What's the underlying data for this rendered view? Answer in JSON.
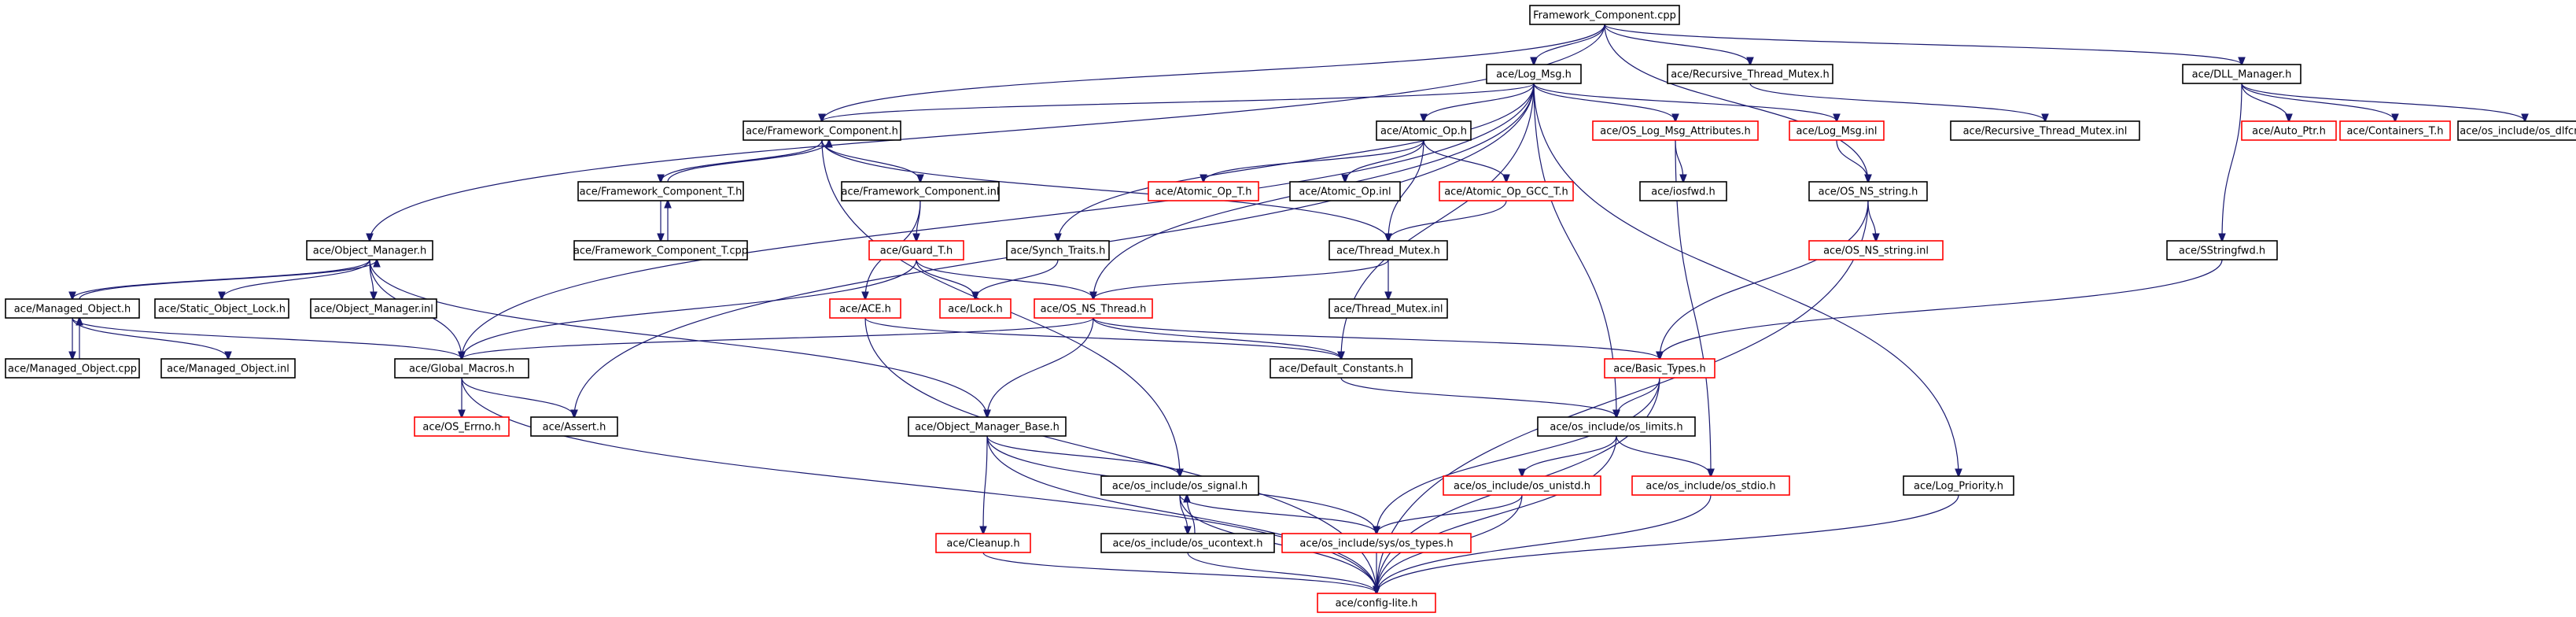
{
  "colors": {
    "root_fill": "#bfbfbf",
    "normal_border": "#000000",
    "missing_border": "#ff0000",
    "edge": "#191970"
  },
  "nodes": [
    {
      "id": "root",
      "label": "Framework_Component.cpp",
      "style": "root"
    },
    {
      "id": "logmsg",
      "label": "ace/Log_Msg.h",
      "style": "normal"
    },
    {
      "id": "rtm",
      "label": "ace/Recursive_Thread_Mutex.h",
      "style": "normal"
    },
    {
      "id": "dll",
      "label": "ace/DLL_Manager.h",
      "style": "normal"
    },
    {
      "id": "fc",
      "label": "ace/Framework_Component.h",
      "style": "normal"
    },
    {
      "id": "atomicop",
      "label": "ace/Atomic_Op.h",
      "style": "normal"
    },
    {
      "id": "oslma",
      "label": "ace/OS_Log_Msg_Attributes.h",
      "style": "missing"
    },
    {
      "id": "logmsginl",
      "label": "ace/Log_Msg.inl",
      "style": "missing"
    },
    {
      "id": "rtminl",
      "label": "ace/Recursive_Thread_Mutex.inl",
      "style": "normal"
    },
    {
      "id": "autoptr",
      "label": "ace/Auto_Ptr.h",
      "style": "missing"
    },
    {
      "id": "containers",
      "label": "ace/Containers_T.h",
      "style": "missing"
    },
    {
      "id": "dlfcn",
      "label": "ace/os_include/os_dlfcn.h",
      "style": "normal"
    },
    {
      "id": "fct",
      "label": "ace/Framework_Component_T.h",
      "style": "normal"
    },
    {
      "id": "fcinl",
      "label": "ace/Framework_Component.inl",
      "style": "normal"
    },
    {
      "id": "atomicopt",
      "label": "ace/Atomic_Op_T.h",
      "style": "missing"
    },
    {
      "id": "atomicopinl",
      "label": "ace/Atomic_Op.inl",
      "style": "normal"
    },
    {
      "id": "atomicgcc",
      "label": "ace/Atomic_Op_GCC_T.h",
      "style": "missing"
    },
    {
      "id": "iosfwd",
      "label": "ace/iosfwd.h",
      "style": "normal"
    },
    {
      "id": "osnsstring",
      "label": "ace/OS_NS_string.h",
      "style": "normal"
    },
    {
      "id": "fctcpp",
      "label": "ace/Framework_Component_T.cpp",
      "style": "normal"
    },
    {
      "id": "objmgr",
      "label": "ace/Object_Manager.h",
      "style": "normal"
    },
    {
      "id": "guardt",
      "label": "ace/Guard_T.h",
      "style": "missing"
    },
    {
      "id": "synchtraits",
      "label": "ace/Synch_Traits.h",
      "style": "normal"
    },
    {
      "id": "threadmutex",
      "label": "ace/Thread_Mutex.h",
      "style": "normal"
    },
    {
      "id": "osnsstringinl",
      "label": "ace/OS_NS_string.inl",
      "style": "missing"
    },
    {
      "id": "sstringfwd",
      "label": "ace/SStringfwd.h",
      "style": "normal"
    },
    {
      "id": "managedobj",
      "label": "ace/Managed_Object.h",
      "style": "normal"
    },
    {
      "id": "staticobjlock",
      "label": "ace/Static_Object_Lock.h",
      "style": "normal"
    },
    {
      "id": "objmgrinl",
      "label": "ace/Object_Manager.inl",
      "style": "normal"
    },
    {
      "id": "acehdr",
      "label": "ace/ACE.h",
      "style": "missing"
    },
    {
      "id": "lock",
      "label": "ace/Lock.h",
      "style": "missing"
    },
    {
      "id": "osnsthread",
      "label": "ace/OS_NS_Thread.h",
      "style": "missing"
    },
    {
      "id": "threadmutexinl",
      "label": "ace/Thread_Mutex.inl",
      "style": "normal"
    },
    {
      "id": "managedobjcpp",
      "label": "ace/Managed_Object.cpp",
      "style": "normal"
    },
    {
      "id": "managedobjinl",
      "label": "ace/Managed_Object.inl",
      "style": "normal"
    },
    {
      "id": "globalmacros",
      "label": "ace/Global_Macros.h",
      "style": "normal"
    },
    {
      "id": "defconst",
      "label": "ace/Default_Constants.h",
      "style": "normal"
    },
    {
      "id": "basictypes",
      "label": "ace/Basic_Types.h",
      "style": "missing"
    },
    {
      "id": "oserrno",
      "label": "ace/OS_Errno.h",
      "style": "missing"
    },
    {
      "id": "assert",
      "label": "ace/Assert.h",
      "style": "normal"
    },
    {
      "id": "objmgrbase",
      "label": "ace/Object_Manager_Base.h",
      "style": "normal"
    },
    {
      "id": "oslimits",
      "label": "ace/os_include/os_limits.h",
      "style": "normal"
    },
    {
      "id": "ossignal",
      "label": "ace/os_include/os_signal.h",
      "style": "normal"
    },
    {
      "id": "osunistd",
      "label": "ace/os_include/os_unistd.h",
      "style": "missing"
    },
    {
      "id": "osstdio",
      "label": "ace/os_include/os_stdio.h",
      "style": "missing"
    },
    {
      "id": "logpriority",
      "label": "ace/Log_Priority.h",
      "style": "normal"
    },
    {
      "id": "cleanup",
      "label": "ace/Cleanup.h",
      "style": "missing"
    },
    {
      "id": "osucontext",
      "label": "ace/os_include/os_ucontext.h",
      "style": "normal"
    },
    {
      "id": "systypes",
      "label": "ace/os_include/sys/os_types.h",
      "style": "missing"
    },
    {
      "id": "configlite",
      "label": "ace/config-lite.h",
      "style": "missing"
    }
  ],
  "edges": [
    [
      "root",
      "logmsg"
    ],
    [
      "root",
      "rtm"
    ],
    [
      "root",
      "dll"
    ],
    [
      "root",
      "fc"
    ],
    [
      "root",
      "objmgr"
    ],
    [
      "root",
      "osnsstring"
    ],
    [
      "logmsg",
      "fc"
    ],
    [
      "logmsg",
      "atomicop"
    ],
    [
      "logmsg",
      "oslma"
    ],
    [
      "logmsg",
      "logmsginl"
    ],
    [
      "logmsg",
      "synchtraits"
    ],
    [
      "logmsg",
      "osnsthread"
    ],
    [
      "logmsg",
      "globalmacros"
    ],
    [
      "logmsg",
      "assert"
    ],
    [
      "logmsg",
      "defconst"
    ],
    [
      "logmsg",
      "oslimits"
    ],
    [
      "logmsg",
      "logpriority"
    ],
    [
      "rtm",
      "rtminl"
    ],
    [
      "dll",
      "autoptr"
    ],
    [
      "dll",
      "containers"
    ],
    [
      "dll",
      "dlfcn"
    ],
    [
      "dll",
      "sstringfwd"
    ],
    [
      "fc",
      "fct"
    ],
    [
      "fc",
      "fcinl"
    ],
    [
      "fc",
      "threadmutex"
    ],
    [
      "fc",
      "ossignal"
    ],
    [
      "fct",
      "fc"
    ],
    [
      "fct",
      "fctcpp"
    ],
    [
      "fctcpp",
      "fct"
    ],
    [
      "fcinl",
      "guardt"
    ],
    [
      "fcinl",
      "acehdr"
    ],
    [
      "atomicop",
      "atomicopt"
    ],
    [
      "atomicop",
      "atomicopinl"
    ],
    [
      "atomicop",
      "atomicgcc"
    ],
    [
      "atomicop",
      "threadmutex"
    ],
    [
      "atomicgcc",
      "threadmutex"
    ],
    [
      "oslma",
      "iosfwd"
    ],
    [
      "oslma",
      "osstdio"
    ],
    [
      "logmsginl",
      "osnsstring"
    ],
    [
      "osnsstring",
      "osnsstringinl"
    ],
    [
      "osnsstring",
      "basictypes"
    ],
    [
      "osnsstring",
      "configlite"
    ],
    [
      "sstringfwd",
      "basictypes"
    ],
    [
      "objmgr",
      "managedobj"
    ],
    [
      "objmgr",
      "staticobjlock"
    ],
    [
      "objmgr",
      "objmgrinl"
    ],
    [
      "objmgr",
      "globalmacros"
    ],
    [
      "objmgr",
      "objmgrbase"
    ],
    [
      "managedobj",
      "objmgr"
    ],
    [
      "managedobj",
      "managedobjcpp"
    ],
    [
      "managedobj",
      "managedobjinl"
    ],
    [
      "managedobj",
      "globalmacros"
    ],
    [
      "managedobjcpp",
      "managedobj"
    ],
    [
      "guardt",
      "lock"
    ],
    [
      "guardt",
      "osnsthread"
    ],
    [
      "guardt",
      "globalmacros"
    ],
    [
      "synchtraits",
      "lock"
    ],
    [
      "threadmutex",
      "osnsthread"
    ],
    [
      "threadmutex",
      "threadmutexinl"
    ],
    [
      "acehdr",
      "defconst"
    ],
    [
      "acehdr",
      "configlite"
    ],
    [
      "osnsthread",
      "globalmacros"
    ],
    [
      "osnsthread",
      "defconst"
    ],
    [
      "osnsthread",
      "basictypes"
    ],
    [
      "osnsthread",
      "objmgrbase"
    ],
    [
      "globalmacros",
      "oserrno"
    ],
    [
      "globalmacros",
      "assert"
    ],
    [
      "globalmacros",
      "configlite"
    ],
    [
      "defconst",
      "oslimits"
    ],
    [
      "basictypes",
      "oslimits"
    ],
    [
      "basictypes",
      "systypes"
    ],
    [
      "basictypes",
      "configlite"
    ],
    [
      "objmgrbase",
      "ossignal"
    ],
    [
      "objmgrbase",
      "cleanup"
    ],
    [
      "objmgrbase",
      "systypes"
    ],
    [
      "objmgrbase",
      "configlite"
    ],
    [
      "oslimits",
      "osunistd"
    ],
    [
      "oslimits",
      "osstdio"
    ],
    [
      "oslimits",
      "configlite"
    ],
    [
      "ossignal",
      "osucontext"
    ],
    [
      "ossignal",
      "systypes"
    ],
    [
      "ossignal",
      "configlite"
    ],
    [
      "osucontext",
      "ossignal"
    ],
    [
      "osucontext",
      "configlite"
    ],
    [
      "osunistd",
      "systypes"
    ],
    [
      "osunistd",
      "configlite"
    ],
    [
      "osstdio",
      "configlite"
    ],
    [
      "logpriority",
      "configlite"
    ],
    [
      "cleanup",
      "configlite"
    ],
    [
      "systypes",
      "configlite"
    ]
  ]
}
